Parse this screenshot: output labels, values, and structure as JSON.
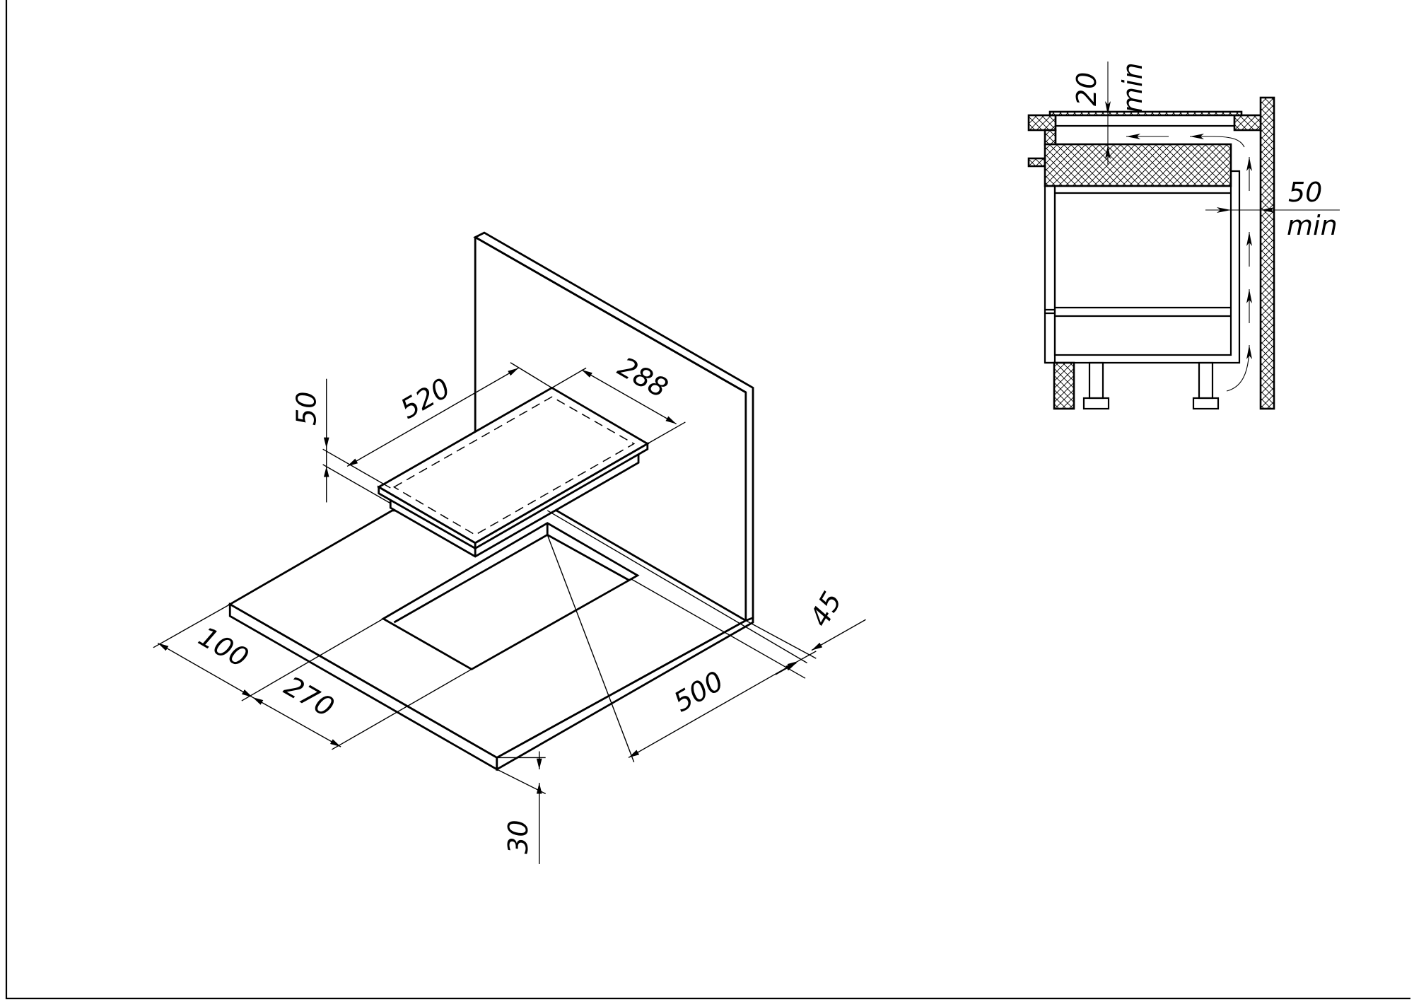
{
  "drawing": {
    "isometric_view": {
      "dimensions": {
        "hob_length": "520",
        "hob_width": "288",
        "hob_height": "50",
        "front_offset": "100",
        "cutout_depth": "270",
        "cutout_width": "500",
        "back_offset": "45",
        "countertop_thickness": "30"
      }
    },
    "section_view": {
      "dimensions": {
        "top_clearance": "20",
        "top_clearance_note": "min",
        "rear_clearance": "50",
        "rear_clearance_note": "min"
      }
    }
  }
}
